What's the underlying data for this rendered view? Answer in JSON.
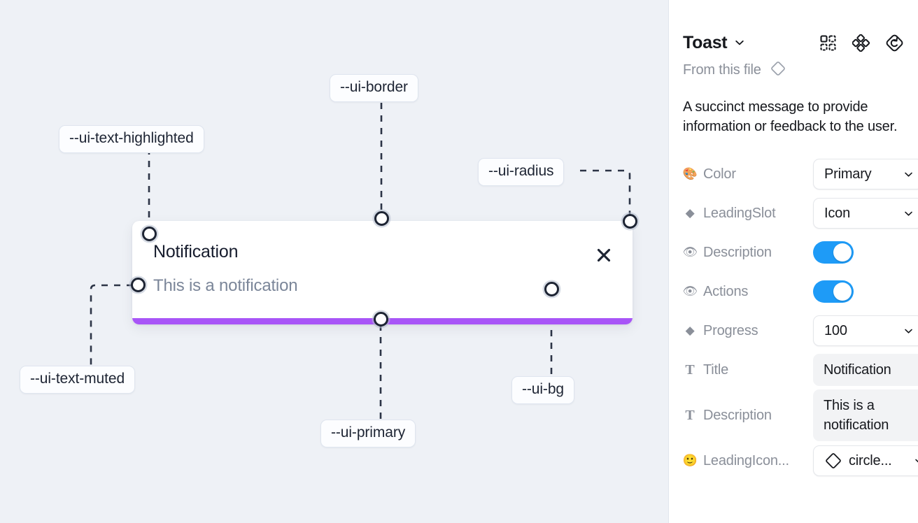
{
  "canvas": {
    "background_color": "#eef1f6",
    "toast": {
      "title": "Notification",
      "description": "This is a notification",
      "close_icon": "close-x-icon",
      "progress_color": "#a855f7",
      "background_color": "#ffffff"
    },
    "annotations": [
      {
        "id": "ui-border",
        "label": "--ui-border"
      },
      {
        "id": "ui-text-highlighted",
        "label": "--ui-text-highlighted"
      },
      {
        "id": "ui-radius",
        "label": "--ui-radius"
      },
      {
        "id": "ui-text-muted",
        "label": "--ui-text-muted"
      },
      {
        "id": "ui-primary",
        "label": "--ui-primary"
      },
      {
        "id": "ui-bg",
        "label": "--ui-bg"
      }
    ]
  },
  "panel": {
    "title": "Toast",
    "title_chevron": "chevron-down-icon",
    "header_icons": [
      {
        "name": "component-set-icon"
      },
      {
        "name": "variants-diamond-icon"
      },
      {
        "name": "reset-instance-icon"
      }
    ],
    "from_file": {
      "label": "From this file",
      "icon": "diamond-icon"
    },
    "description": "A succinct message to provide information or feedback to the user.",
    "properties": [
      {
        "icon": "palette-emoji-icon",
        "glyph": "🎨",
        "label": "Color",
        "control": "select",
        "value": "Primary"
      },
      {
        "icon": "diamond-filled-icon",
        "glyph": "◆",
        "label": "LeadingSlot",
        "control": "select",
        "value": "Icon"
      },
      {
        "icon": "eye-emoji-icon",
        "glyph": "👁",
        "label": "Description",
        "control": "toggle",
        "value": "on"
      },
      {
        "icon": "eye-emoji-icon",
        "glyph": "👁",
        "label": "Actions",
        "control": "toggle",
        "value": "on"
      },
      {
        "icon": "diamond-filled-icon",
        "glyph": "◆",
        "label": "Progress",
        "control": "select",
        "value": "100"
      },
      {
        "icon": "text-type-icon",
        "glyph": "T",
        "label": "Title",
        "control": "text",
        "value": "Notification"
      },
      {
        "icon": "text-type-icon",
        "glyph": "T",
        "label": "Description",
        "control": "text",
        "value": "This is a notification"
      },
      {
        "icon": "smiley-emoji-icon",
        "glyph": "🙂",
        "label": "LeadingIcon...",
        "control": "icon-select",
        "value": "circle..."
      }
    ]
  },
  "colors": {
    "accent_purple": "#a855f7",
    "toggle_blue": "#1e9bf7",
    "canvas_bg": "#eef1f6",
    "muted_text": "#8a8f99"
  }
}
